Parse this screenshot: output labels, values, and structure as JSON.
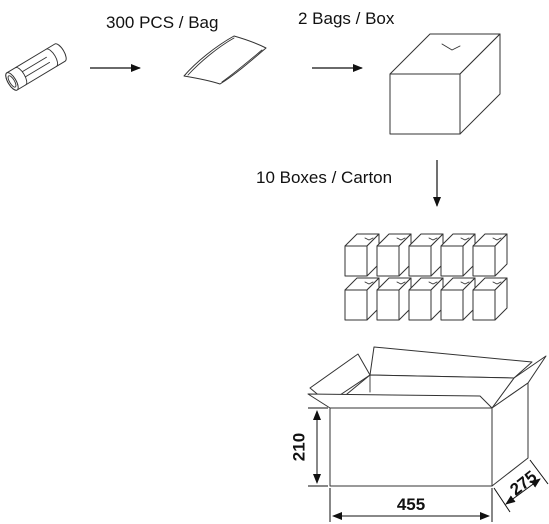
{
  "labels": {
    "per_bag": "300 PCS / Bag",
    "per_box": "2 Bags / Box",
    "per_carton": "10 Boxes / Carton"
  },
  "dimensions": {
    "height": "210",
    "length": "455",
    "width": "275"
  },
  "box_grid": {
    "rows": 2,
    "columns": 5
  },
  "colors": {
    "line": "#333333",
    "text": "#111111",
    "background": "#ffffff"
  }
}
